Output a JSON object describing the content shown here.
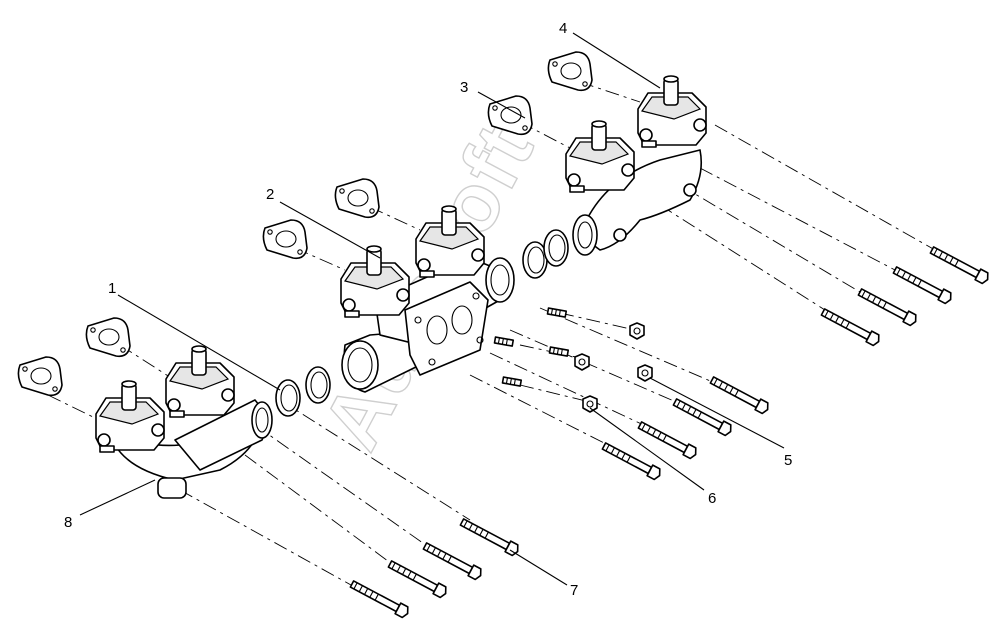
{
  "diagram": {
    "callouts": [
      {
        "id": "1",
        "label": "1"
      },
      {
        "id": "2",
        "label": "2"
      },
      {
        "id": "3",
        "label": "3"
      },
      {
        "id": "4",
        "label": "4"
      },
      {
        "id": "5",
        "label": "5"
      },
      {
        "id": "6",
        "label": "6"
      },
      {
        "id": "7",
        "label": "7"
      },
      {
        "id": "8",
        "label": "8"
      }
    ],
    "watermark": "Autosoft"
  }
}
